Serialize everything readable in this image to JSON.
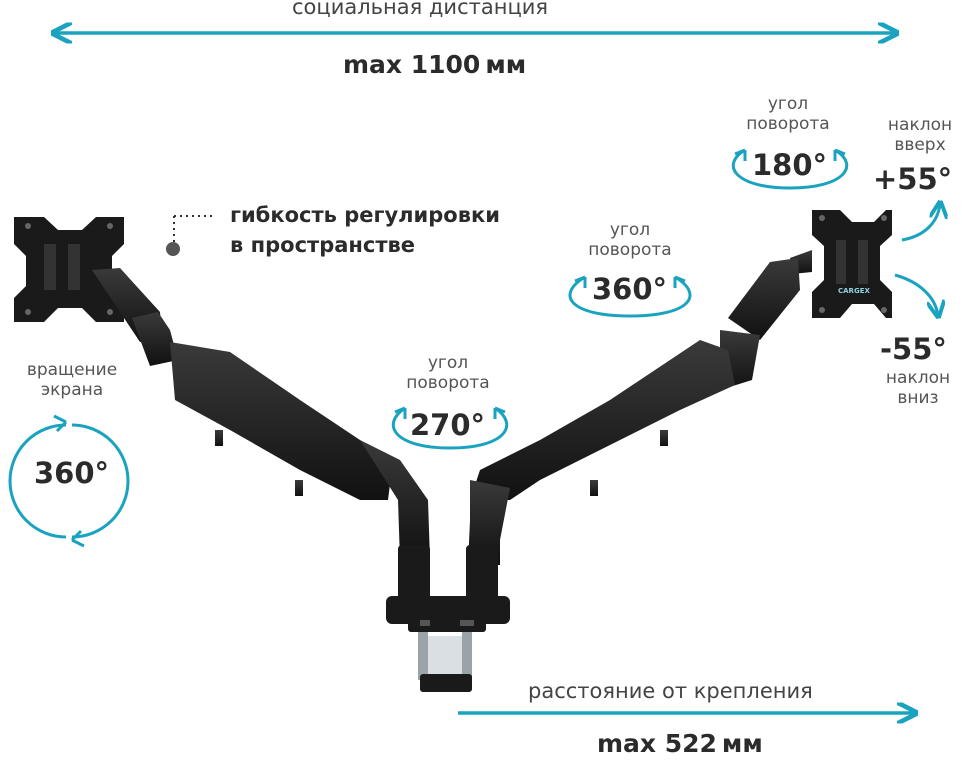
{
  "top_dimension": {
    "caption": "социальная дистанция",
    "value": "max 1100 мм"
  },
  "bottom_dimension": {
    "caption": "расстояние от крепления",
    "value": "max 522 мм"
  },
  "feature": {
    "line1": "гибкость регулировки",
    "line2": "в пространстве"
  },
  "screen_rotation": {
    "line1": "вращение",
    "line2": "экрана",
    "value": "360°"
  },
  "base_swivel": {
    "line1": "угол",
    "line2": "поворота",
    "value": "270°"
  },
  "arm_swivel": {
    "line1": "угол",
    "line2": "поворота",
    "value": "360°"
  },
  "head_swivel": {
    "line1": "угол",
    "line2": "поворота",
    "value": "180°"
  },
  "tilt_up": {
    "line1": "наклон",
    "line2": "вверх",
    "value": "+55°"
  },
  "tilt_down": {
    "line1": "наклон",
    "line2": "вниз",
    "value": "-55°"
  },
  "colors": {
    "accent": "#1aa3bf",
    "arm": "#1e1e1e",
    "text": "#2b2b2b"
  },
  "brand": "CARGEX"
}
